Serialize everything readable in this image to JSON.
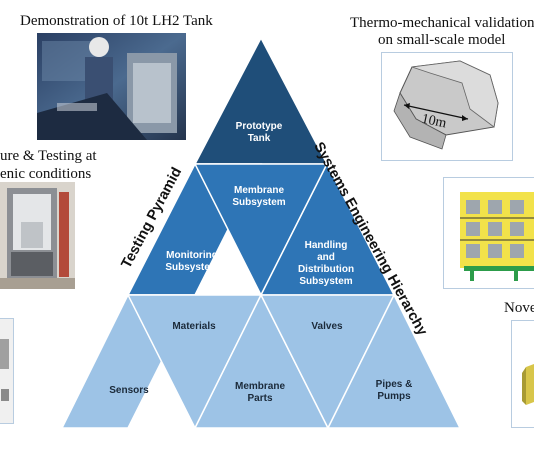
{
  "captions": {
    "tank_demo": "Demonstration of 10t LH2 Tank",
    "thermo_line1": "Thermo-mechanical validation",
    "thermo_line2": "on small-scale model",
    "testing_line1": "ure & Testing at",
    "testing_line2": "enic conditions",
    "novel": "Nove"
  },
  "side_titles": {
    "left": "Testing Pyramid",
    "right": "Systems Engineering Hierarchy"
  },
  "model_dimension": "10m",
  "pyramid": {
    "tier1": {
      "label": "Prototype\nTank"
    },
    "tier2": [
      {
        "label": "Monitoring\nSubsystem"
      },
      {
        "label": "Membrane\nSubsystem"
      },
      {
        "label": "Handling\nand\nDistribution\nSubsystem"
      }
    ],
    "tier3": [
      {
        "label": "Sensors"
      },
      {
        "label": "Materials"
      },
      {
        "label": "Membrane\nParts"
      },
      {
        "label": "Valves"
      },
      {
        "label": "Pipes &\nPumps"
      }
    ]
  },
  "colors": {
    "tier1": "#1f4e79",
    "tier2": "#2e75b6",
    "tier3": "#9dc3e6",
    "divider": "#ffffff"
  }
}
